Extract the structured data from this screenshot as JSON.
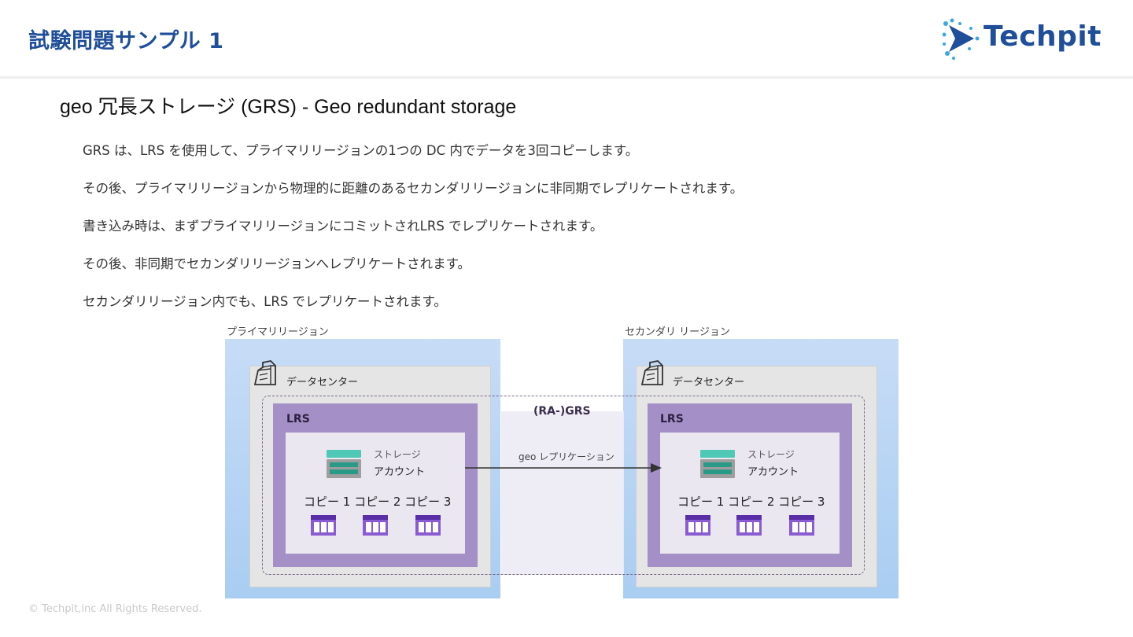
{
  "header": {
    "title": "試験問題サンプル 1",
    "logo_text": "Techpit"
  },
  "section_heading": "geo 冗長ストレージ (GRS) - Geo redundant storage",
  "paragraphs": [
    "GRS は、LRS を使用して、プライマリリージョンの1つの DC 内でデータを3回コピーします。",
    "その後、プライマリリージョンから物理的に距離のあるセカンダリリージョンに非同期でレプリケートされます。",
    "書き込み時は、まずプライマリリージョンにコミットされLRS でレプリケートされます。",
    "その後、非同期でセカンダリリージョンへレプリケートされます。",
    "セカンダリリージョン内でも、LRS でレプリケートされます。"
  ],
  "diagram": {
    "primary_region_label": "プライマリリージョン",
    "secondary_region_label": "セカンダリ リージョン",
    "datacenter_label": "データセンター",
    "lrs_label": "LRS",
    "grs_label": "(RA-)GRS",
    "geo_replication_label": "geo レプリケーション",
    "storage_label_top": "ストレージ",
    "storage_label_bottom": "アカウント",
    "copies_label": "コピー 1 コピー 2 コピー 3",
    "colors": {
      "region": "#a9cdf2",
      "datacenter": "#e5e5e5",
      "lrs": "#a48fc6",
      "inner": "#ebe7f1",
      "table_icon": "#8a5bd1",
      "storage_icon": "#2fb8a5"
    },
    "icons": [
      "datacenter-icon",
      "storage-account-icon",
      "table-icon",
      "arrow-right-icon"
    ]
  },
  "footer": "© Techpit,inc  All Rights Reserved."
}
